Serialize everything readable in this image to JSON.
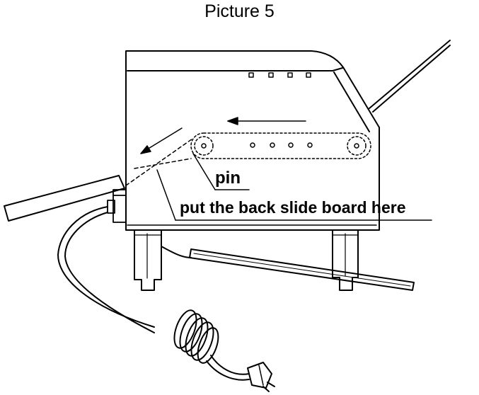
{
  "figure": {
    "title": "Picture 5",
    "labels": {
      "pin": "pin",
      "slide_board": "put the back slide board here"
    }
  },
  "colors": {
    "ink": "#000000",
    "paper": "#ffffff"
  }
}
